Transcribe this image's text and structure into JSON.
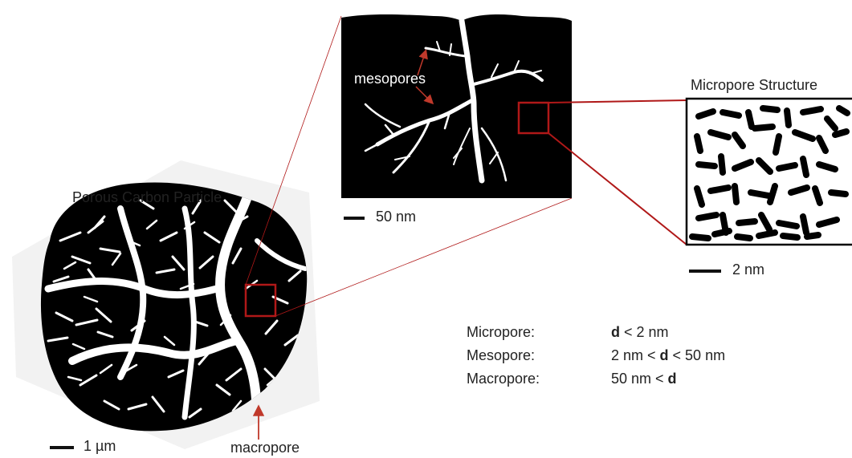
{
  "particle": {
    "title": "Porous Carbon Particle",
    "scale_label": "1 µm",
    "macropore_label": "macropore"
  },
  "mesopore_panel": {
    "label": "mesopores",
    "scale_label": "50 nm"
  },
  "micropore_panel": {
    "title": "Micropore Structure",
    "scale_label": "2 nm"
  },
  "legend": [
    {
      "name": "Micropore:",
      "pre": "",
      "sym": "d",
      "post": " < 2 nm"
    },
    {
      "name": "Mesopore:",
      "pre": "2 nm < ",
      "sym": "d",
      "post": " < 50 nm"
    },
    {
      "name": "Macropore:",
      "pre": "50 nm < ",
      "sym": "d",
      "post": ""
    }
  ],
  "colors": {
    "highlight_box": "#b01818",
    "connector_line": "#b01818",
    "arrow": "#c0392b",
    "material": "#000000",
    "pore": "#ffffff"
  }
}
